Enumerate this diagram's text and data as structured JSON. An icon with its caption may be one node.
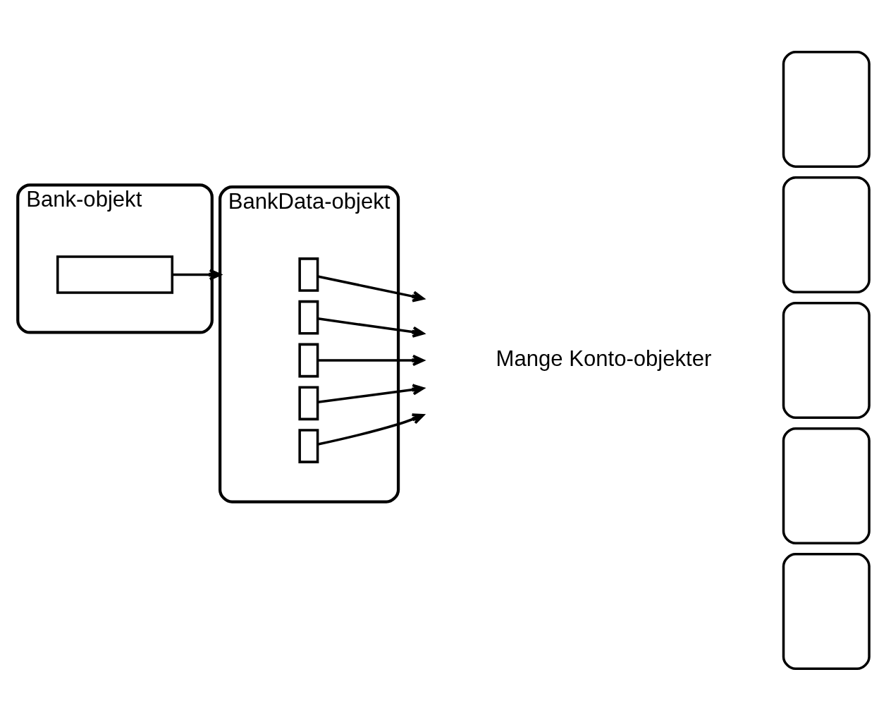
{
  "diagram": {
    "nodes": [
      {
        "text": [
          "Bank-objekt"
        ]
      },
      {
        "text": [],
        "shape": "box",
        "in": 0
      },
      {
        "text": [
          "BankData-objekt"
        ]
      },
      {
        "text": [],
        "shape": "box",
        "in": 2
      },
      {
        "text": [],
        "shape": "box",
        "in": 2
      },
      {
        "text": [],
        "shape": "box",
        "in": 2
      },
      {
        "text": [],
        "shape": "box",
        "in": 2
      },
      {
        "text": [],
        "shape": "box",
        "in": 2
      },
      {
        "text": [],
        "shape": "box"
      },
      {
        "text": [],
        "shape": "box"
      },
      {
        "text": [],
        "shape": "box"
      },
      {
        "text": [],
        "shape": "box"
      },
      {
        "text": [],
        "shape": "box"
      }
    ],
    "edges": [
      {
        "from": 1,
        "to": 2,
        "arrow": "to"
      },
      {
        "from": 3,
        "to": null,
        "arrow": "to"
      },
      {
        "from": 4,
        "to": null,
        "arrow": "to"
      },
      {
        "from": 5,
        "to": null,
        "arrow": "to"
      },
      {
        "from": 6,
        "to": null,
        "arrow": "to"
      },
      {
        "from": 7,
        "to": null,
        "arrow": "to"
      }
    ],
    "labels": [
      "Mange Konto-objekter"
    ]
  }
}
